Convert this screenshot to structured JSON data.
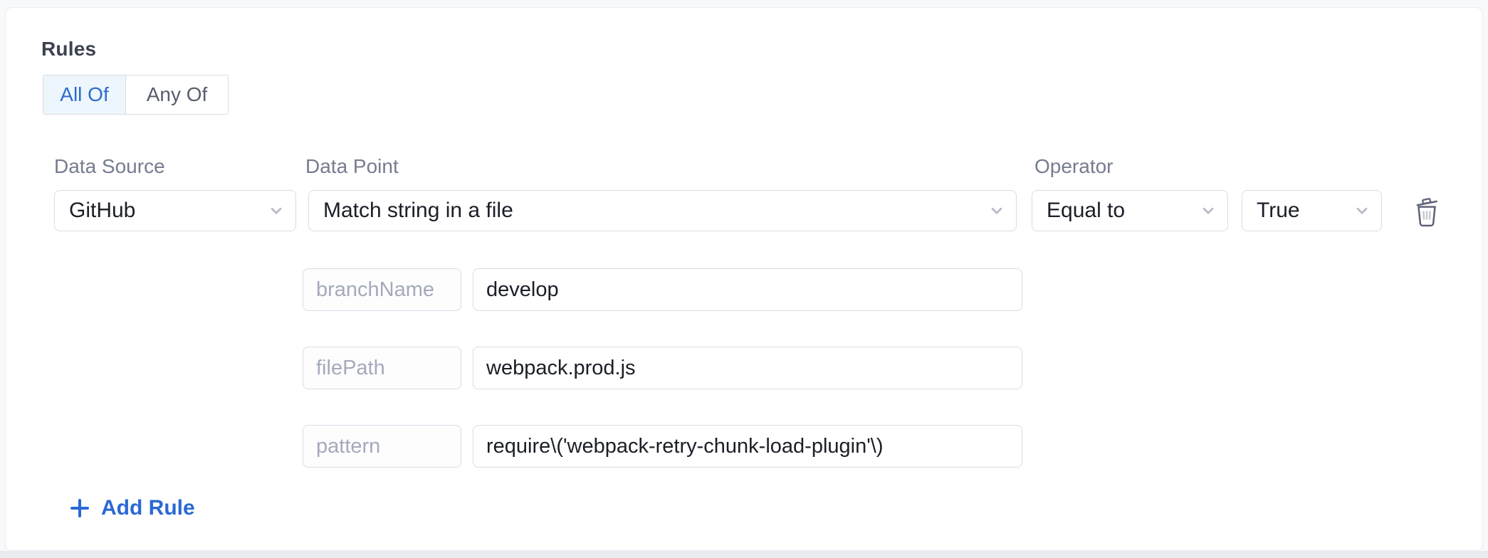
{
  "rules_section": {
    "title": "Rules",
    "match_toggle": {
      "options": [
        {
          "label": "All Of",
          "selected": true
        },
        {
          "label": "Any Of",
          "selected": false
        }
      ]
    },
    "rule": {
      "data_source": {
        "label": "Data Source",
        "value": "GitHub"
      },
      "data_point": {
        "label": "Data Point",
        "value": "Match string in a file"
      },
      "operator": {
        "label": "Operator",
        "value": "Equal to"
      },
      "operator_value": {
        "value": "True"
      },
      "parameters": [
        {
          "key": "branchName",
          "value": "develop"
        },
        {
          "key": "filePath",
          "value": "webpack.prod.js"
        },
        {
          "key": "pattern",
          "value": "require\\('webpack-retry-chunk-load-plugin'\\)"
        }
      ]
    },
    "add_rule_label": "Add Rule"
  },
  "icons": {
    "chevron": "chevron-down-icon",
    "delete": "trash-icon",
    "add": "plus-icon"
  },
  "colors": {
    "accent_blue": "#2a68d4",
    "selected_toggle_bg": "#edf6fc",
    "border": "#d9dce6",
    "label_text": "#757c8e",
    "value_text": "#1b1e27",
    "muted_key_text": "#a4aaba",
    "icon_slate": "#5d6378",
    "page_bg": "#f7f9fb",
    "card_bg": "#ffffff"
  }
}
